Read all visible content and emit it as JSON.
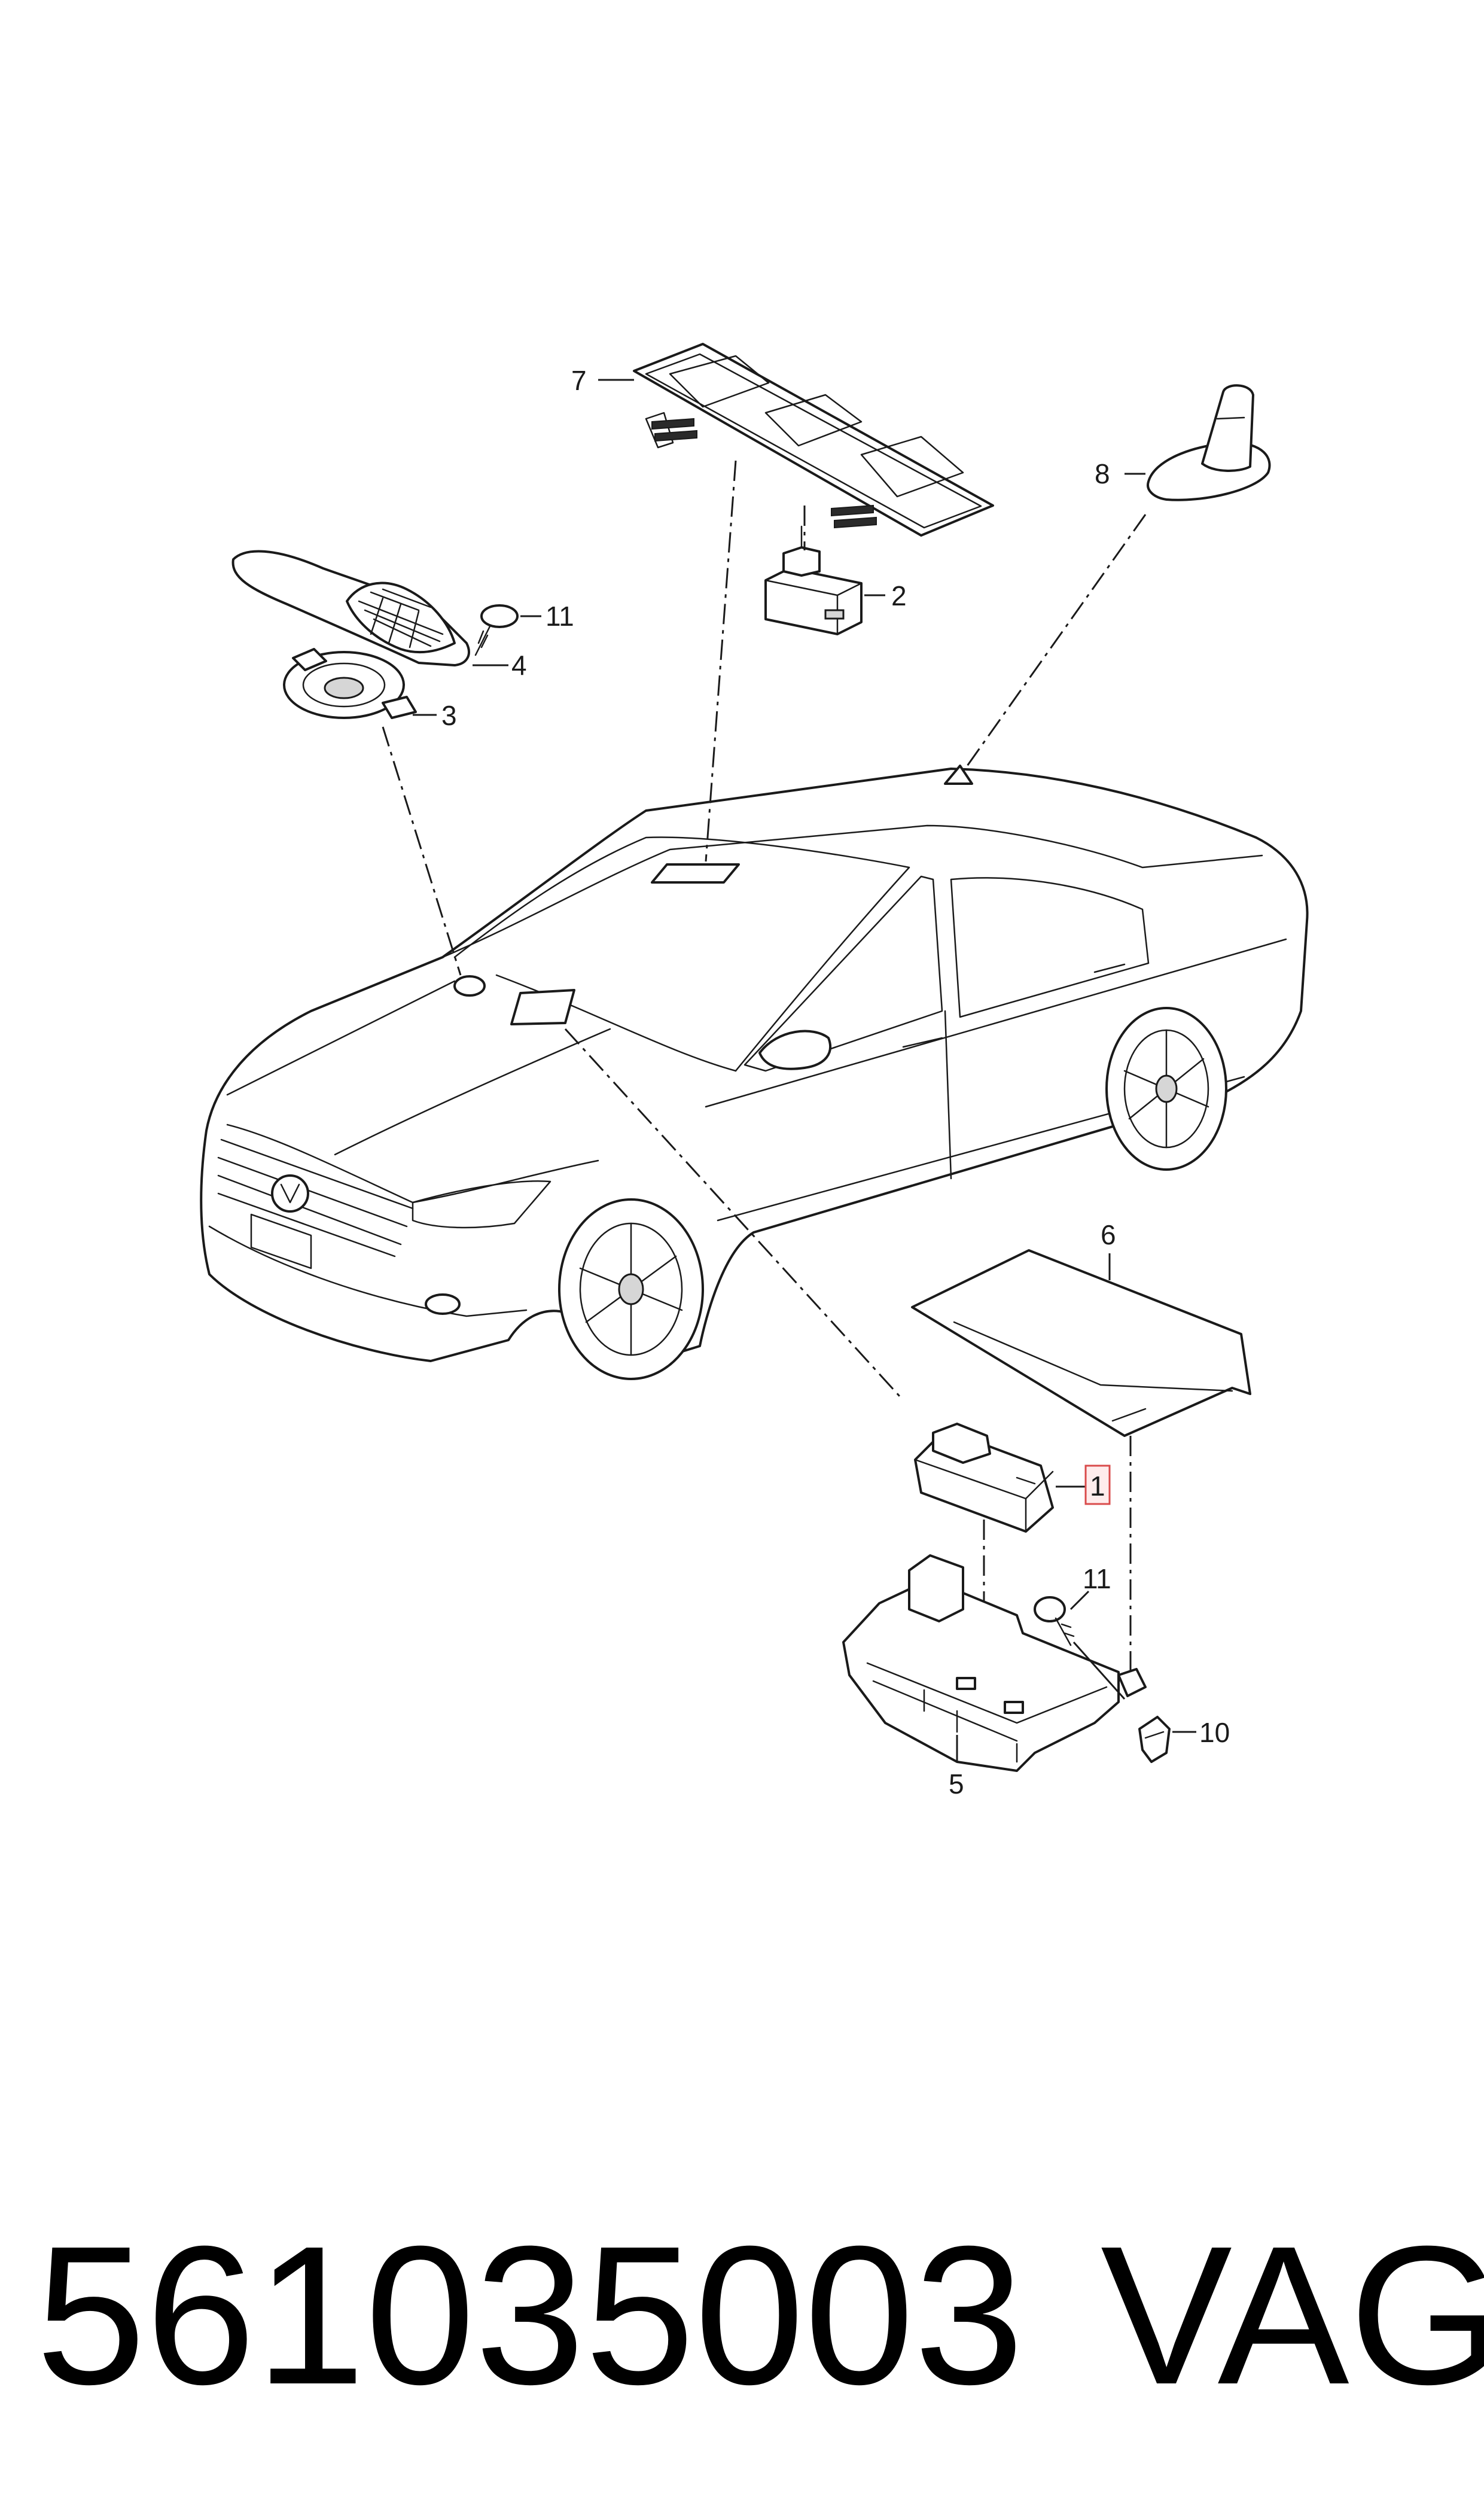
{
  "diagram": {
    "callouts": {
      "c1": "1",
      "c2": "2",
      "c3": "3",
      "c4": "4",
      "c5": "5",
      "c6": "6",
      "c7": "7",
      "c8": "8",
      "c10": "10",
      "c11_top": "11",
      "c11_bottom": "11"
    },
    "highlighted_callout": "1",
    "highlight_color": "#d94b4b"
  },
  "footer": {
    "part_number": "561035003",
    "brand": "VAG"
  }
}
